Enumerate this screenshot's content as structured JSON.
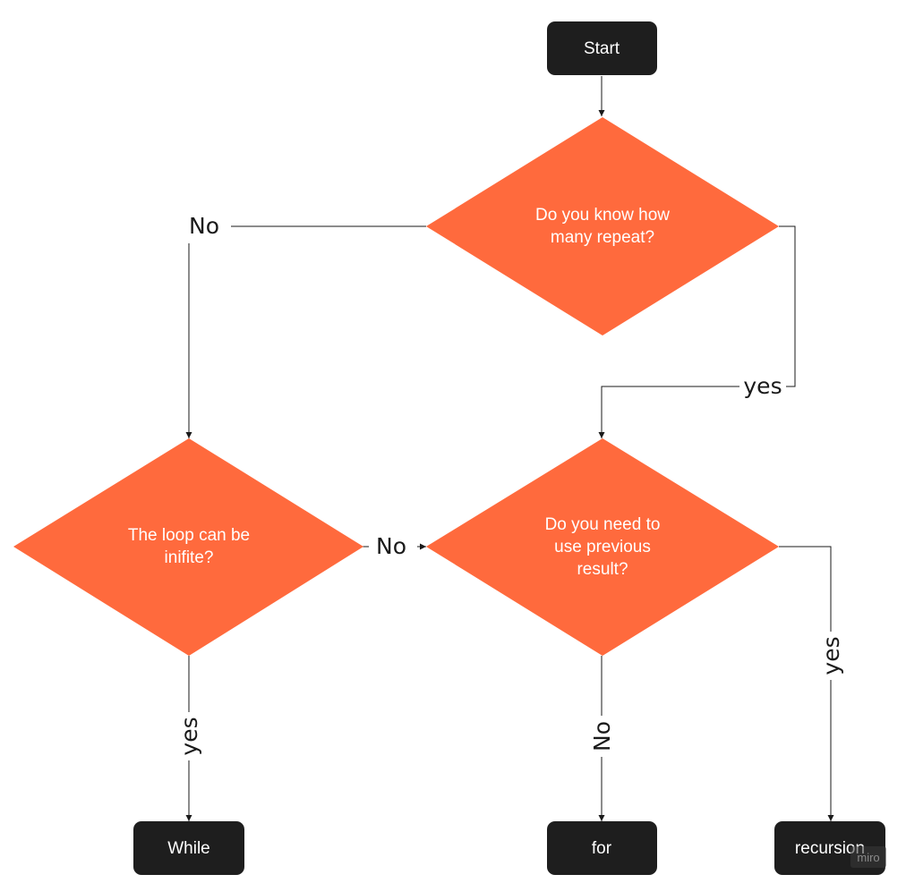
{
  "diagram": {
    "nodes": {
      "start": {
        "label": "Start",
        "shape": "terminal"
      },
      "know_repeat": {
        "lines": [
          "Do you know how",
          "many repeat?"
        ],
        "shape": "decision"
      },
      "infinite": {
        "lines": [
          "The loop can be",
          "inifite?"
        ],
        "shape": "decision"
      },
      "previous": {
        "lines": [
          "Do you need to",
          "use previous",
          "result?"
        ],
        "shape": "decision"
      },
      "while": {
        "label": "While",
        "shape": "terminal"
      },
      "for": {
        "label": "for",
        "shape": "terminal"
      },
      "recursion": {
        "label": "recursion",
        "shape": "terminal"
      }
    },
    "edges": {
      "know_no": "No",
      "know_yes": "yes",
      "infinite_no": "No",
      "infinite_yes": "yes",
      "previous_no": "No",
      "previous_yes": "yes"
    },
    "colors": {
      "terminal_fill": "#1e1e1e",
      "decision_fill": "#ff6a3d",
      "line": "#1a1a1a",
      "text_on_shape": "#ffffff"
    }
  },
  "watermark": "miro"
}
